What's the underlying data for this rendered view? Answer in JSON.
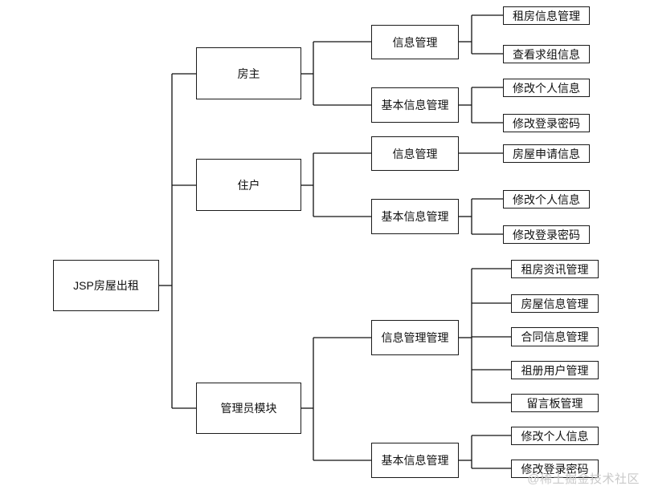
{
  "root": {
    "label": "JSP房屋出租"
  },
  "landlord": {
    "label": "房主",
    "info": {
      "label": "信息管理",
      "items": [
        "租房信息管理",
        "查看求组信息"
      ]
    },
    "basic": {
      "label": "基本信息管理",
      "items": [
        "修改个人信息",
        "修改登录密码"
      ]
    }
  },
  "tenant": {
    "label": "住户",
    "info": {
      "label": "信息管理",
      "items": [
        "房屋申请信息"
      ]
    },
    "basic": {
      "label": "基本信息管理",
      "items": [
        "修改个人信息",
        "修改登录密码"
      ]
    }
  },
  "admin": {
    "label": "管理员模块",
    "info": {
      "label": "信息管理管理",
      "items": [
        "租房资讯管理",
        "房屋信息管理",
        "合同信息管理",
        "祖册用户管理",
        "留言板管理"
      ]
    },
    "basic": {
      "label": "基本信息管理",
      "items": [
        "修改个人信息",
        "修改登录密码"
      ]
    }
  },
  "watermark": "@稀土掘金技术社区"
}
